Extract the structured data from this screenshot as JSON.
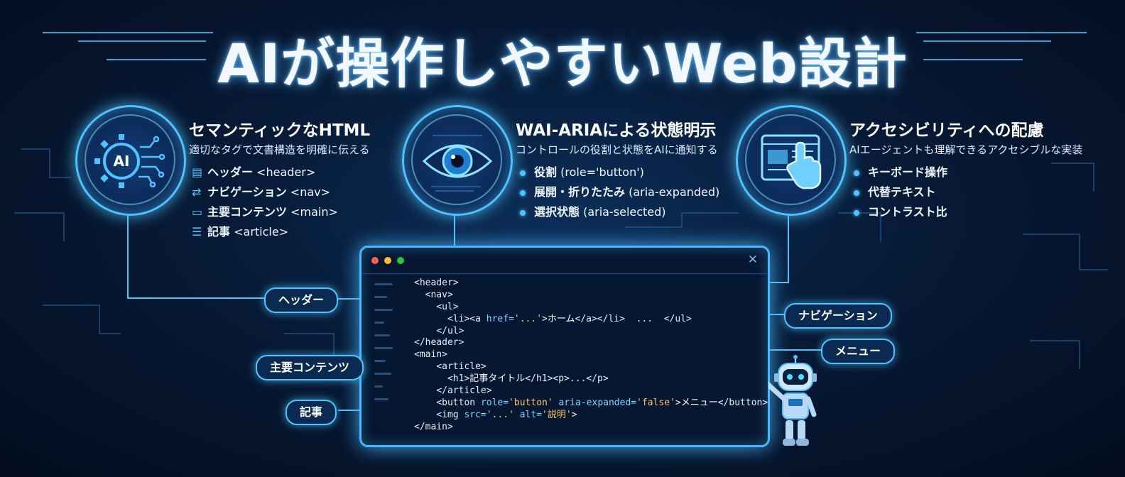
{
  "title": "AIが操作しやすいWeb設計",
  "colors": {
    "accent": "#4fc3ff",
    "background": "#071a36",
    "string": "#ffc06a",
    "attr": "#7fd6ff"
  },
  "sections": [
    {
      "icon": "ai-gear-circuit-icon",
      "title": "セマンティックなHTML",
      "subtitle": "適切なタグで文書構造を明確に伝える",
      "items": [
        {
          "icon": "header-icon",
          "label": "ヘッダー",
          "tag": "<header>"
        },
        {
          "icon": "navigation-icon",
          "label": "ナビゲーション",
          "tag": "<nav>"
        },
        {
          "icon": "main-window-icon",
          "label": "主要コンテンツ",
          "tag": "<main>"
        },
        {
          "icon": "document-icon",
          "label": "記事",
          "tag": "<article>"
        }
      ]
    },
    {
      "icon": "eye-icon",
      "title": "WAI-ARIAによる状態明示",
      "subtitle": "コントロールの役割と状態をAIに通知する",
      "items": [
        {
          "label": "役割",
          "detail": "(role='button')"
        },
        {
          "label": "展開・折りたたみ",
          "detail": "(aria-expanded)"
        },
        {
          "label": "選択状態",
          "detail": "(aria-selected)"
        }
      ]
    },
    {
      "icon": "pointer-hand-browser-icon",
      "title": "アクセシビリティへの配慮",
      "subtitle": "AIエージェントも理解できるアクセシブルな実装",
      "items": [
        {
          "label": "キーボード操作"
        },
        {
          "label": "代替テキスト"
        },
        {
          "label": "コントラスト比"
        }
      ]
    }
  ],
  "code_lines": [
    {
      "indent": 0,
      "parts": [
        [
          "t",
          "<header>"
        ]
      ]
    },
    {
      "indent": 2,
      "parts": [
        [
          "t",
          "<nav>"
        ]
      ]
    },
    {
      "indent": 4,
      "parts": [
        [
          "t",
          "<ul>"
        ]
      ]
    },
    {
      "indent": 6,
      "parts": [
        [
          "t",
          "<li><a "
        ],
        [
          "at",
          "href="
        ],
        [
          "st",
          "'...'"
        ],
        [
          "t",
          ">"
        ],
        [
          "tx",
          "ホーム"
        ],
        [
          "t",
          "</a></li>  ...  </ul>"
        ]
      ]
    },
    {
      "indent": 4,
      "parts": [
        [
          "t",
          "</ul>"
        ]
      ]
    },
    {
      "indent": 0,
      "parts": [
        [
          "t",
          "</header>"
        ]
      ]
    },
    {
      "indent": 0,
      "parts": [
        [
          "t",
          "<main>"
        ]
      ]
    },
    {
      "indent": 4,
      "parts": [
        [
          "t",
          "<article>"
        ]
      ]
    },
    {
      "indent": 6,
      "parts": [
        [
          "t",
          "<h1>"
        ],
        [
          "tx",
          "記事タイトル"
        ],
        [
          "t",
          "</h1><p>...</p>"
        ]
      ]
    },
    {
      "indent": 4,
      "parts": [
        [
          "t",
          "</article>"
        ]
      ]
    },
    {
      "indent": 4,
      "parts": [
        [
          "t",
          "<button "
        ],
        [
          "at",
          "role="
        ],
        [
          "st",
          "'button'"
        ],
        [
          "at",
          " aria-expanded="
        ],
        [
          "st",
          "'false'"
        ],
        [
          "t",
          ">"
        ],
        [
          "tx",
          "メニュー"
        ],
        [
          "t",
          "</button>"
        ]
      ]
    },
    {
      "indent": 4,
      "parts": [
        [
          "t",
          "<img "
        ],
        [
          "at",
          "src="
        ],
        [
          "st",
          "'...'"
        ],
        [
          "at",
          " alt="
        ],
        [
          "st",
          "'説明'"
        ],
        [
          "t",
          ">"
        ]
      ]
    },
    {
      "indent": 0,
      "parts": [
        [
          "t",
          "</main>"
        ]
      ]
    }
  ],
  "labels": {
    "header": "ヘッダー",
    "main": "主要コンテンツ",
    "article": "記事",
    "navigation": "ナビゲーション",
    "menu": "メニュー"
  }
}
